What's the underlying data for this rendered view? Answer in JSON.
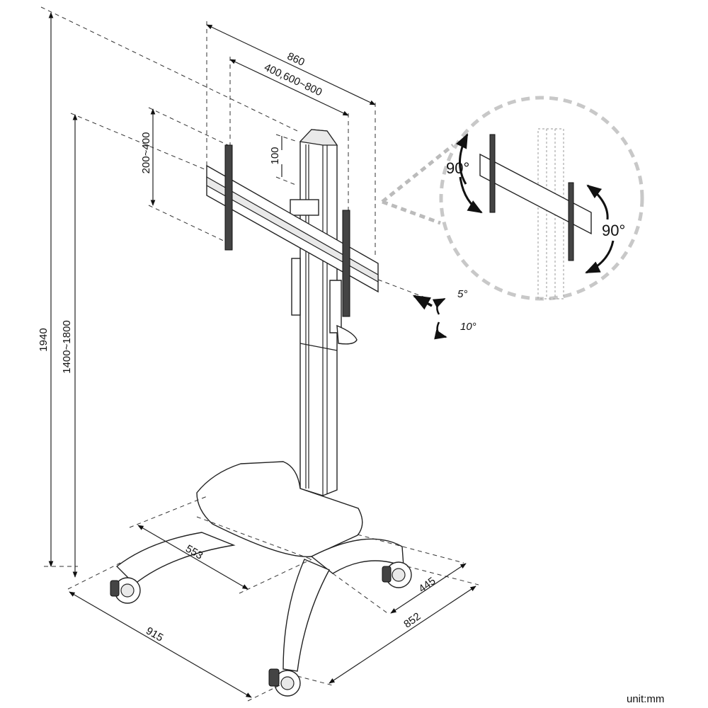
{
  "dimensions": {
    "overall_height": "1940",
    "adjustable_height": "1400~1800",
    "mount_width": "860",
    "vesa_horizontal": "400,600~800",
    "vesa_vertical": "200~400",
    "vertical_offset": "100",
    "shelf_depth": "553",
    "base_width": "915",
    "base_depth": "852",
    "base_inner": "445"
  },
  "angles": {
    "tilt_up": "5°",
    "tilt_down": "10°",
    "rotate_left": "90°",
    "rotate_right": "90°"
  },
  "unit_label": "unit:mm"
}
